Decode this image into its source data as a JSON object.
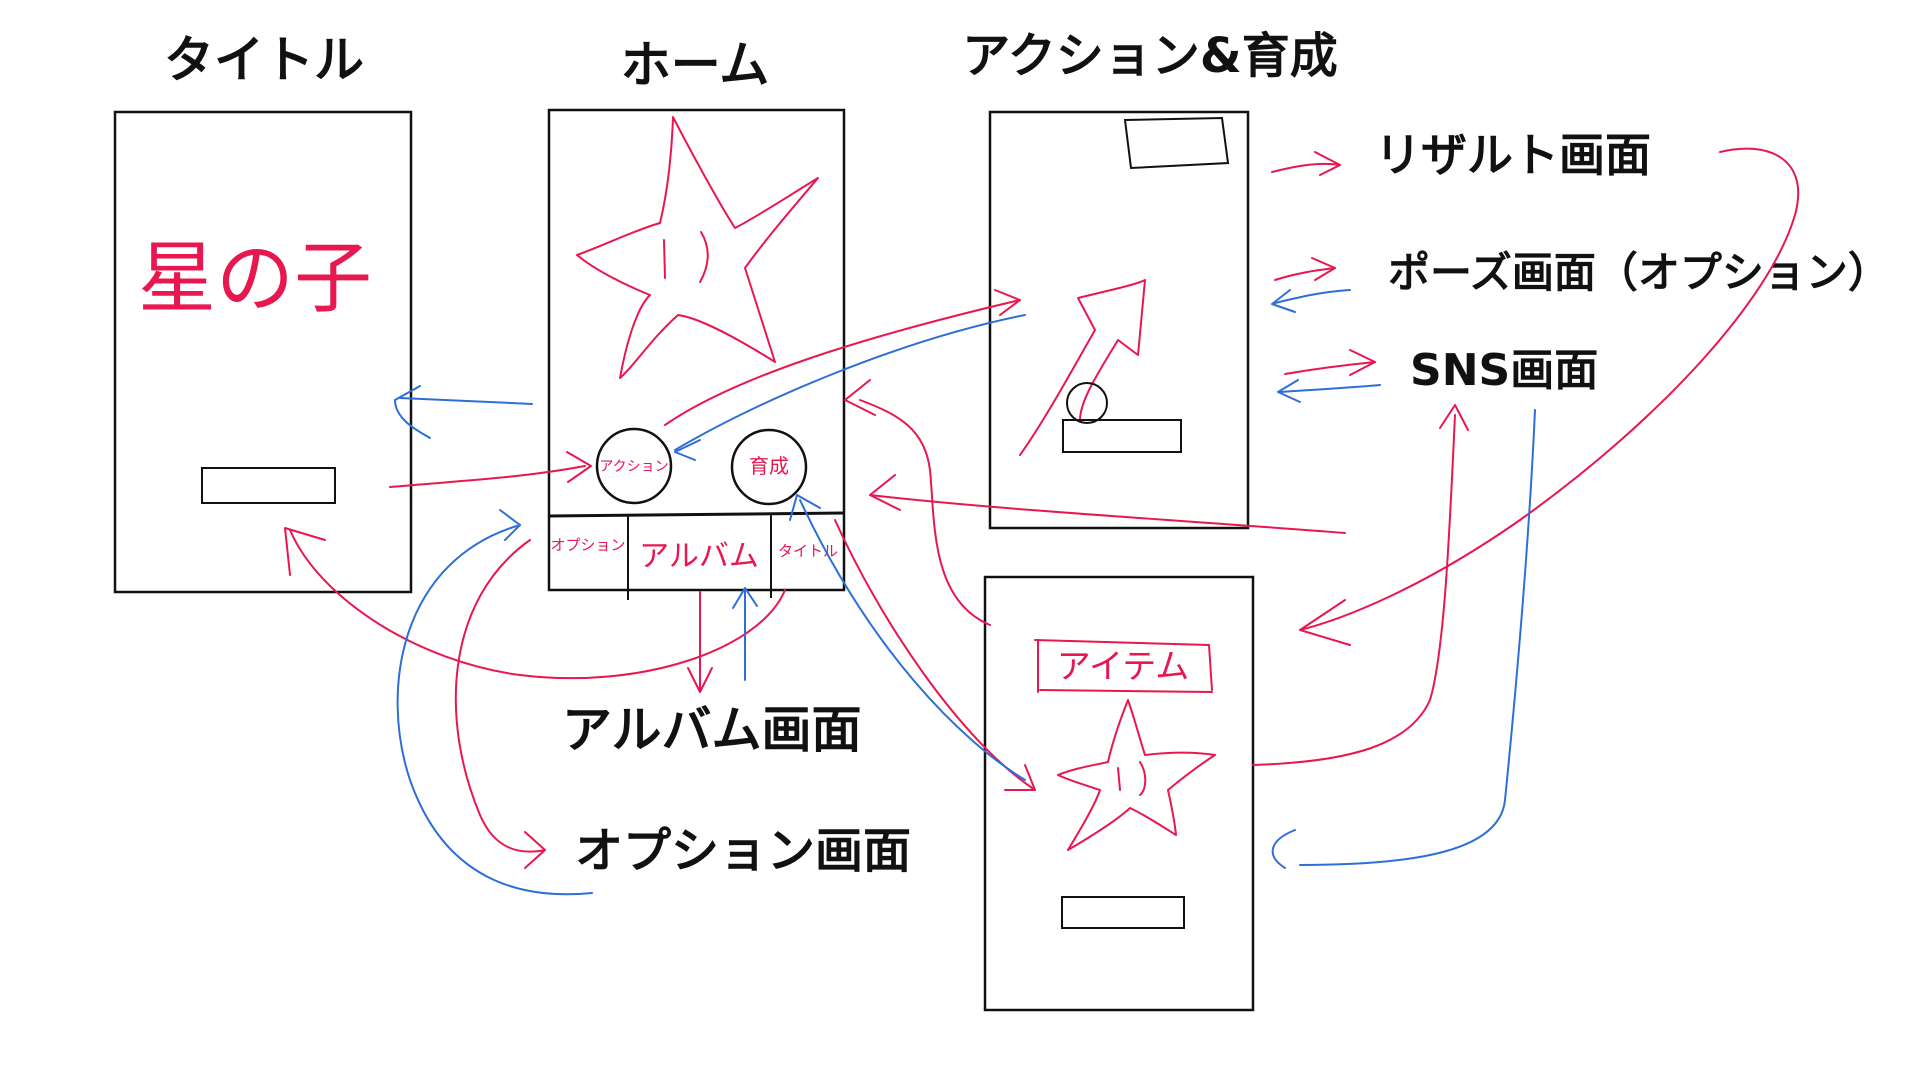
{
  "colors": {
    "ink": "#111111",
    "pen_red": "#e8174f",
    "pen_blue": "#2d6fd6",
    "background": "#ffffff"
  },
  "screens": {
    "title": {
      "heading": "タイトル",
      "logo_text": "星の子"
    },
    "home": {
      "heading": "ホーム",
      "action_button": "アクション",
      "growth_button": "育成",
      "tab_options": "オプション",
      "tab_album": "アルバム",
      "tab_title": "タイトル",
      "main_art": "star-character"
    },
    "action_growth": {
      "heading": "アクション&育成"
    },
    "item": {
      "label": "アイテム",
      "main_art": "star-character"
    }
  },
  "destinations": {
    "result": "リザルト画面",
    "pause": "ポーズ画面（オプション）",
    "sns": "SNS画面",
    "album": "アルバム画面",
    "options": "オプション画面"
  }
}
